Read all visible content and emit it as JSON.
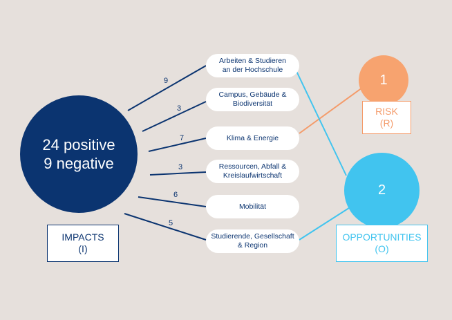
{
  "impacts": {
    "positive_label": "24 positive",
    "negative_label": "9 negative",
    "box_title": "IMPACTS",
    "box_code": "(I)",
    "color": "#0b3470"
  },
  "topics": [
    {
      "line1": "Arbeiten & Studieren",
      "line2": "an der Hochschule",
      "count": "9"
    },
    {
      "line1": "Campus, Gebäude &",
      "line2": "Biodiversität",
      "count": "3"
    },
    {
      "line1": "Klima & Energie",
      "line2": "",
      "count": "7"
    },
    {
      "line1": "Ressourcen, Abfall &",
      "line2": "Kreislaufwirtschaft",
      "count": "3"
    },
    {
      "line1": "Mobilität",
      "line2": "",
      "count": "6"
    },
    {
      "line1": "Studierende, Gesellschaft",
      "line2": "& Region",
      "count": "5"
    }
  ],
  "risk": {
    "value": "1",
    "box_title": "RISK",
    "box_code": "(R)",
    "color": "#f49b6a"
  },
  "opportunities": {
    "value": "2",
    "box_title": "OPPORTUNITIES",
    "box_code": "(O)",
    "color": "#41c4ef"
  }
}
